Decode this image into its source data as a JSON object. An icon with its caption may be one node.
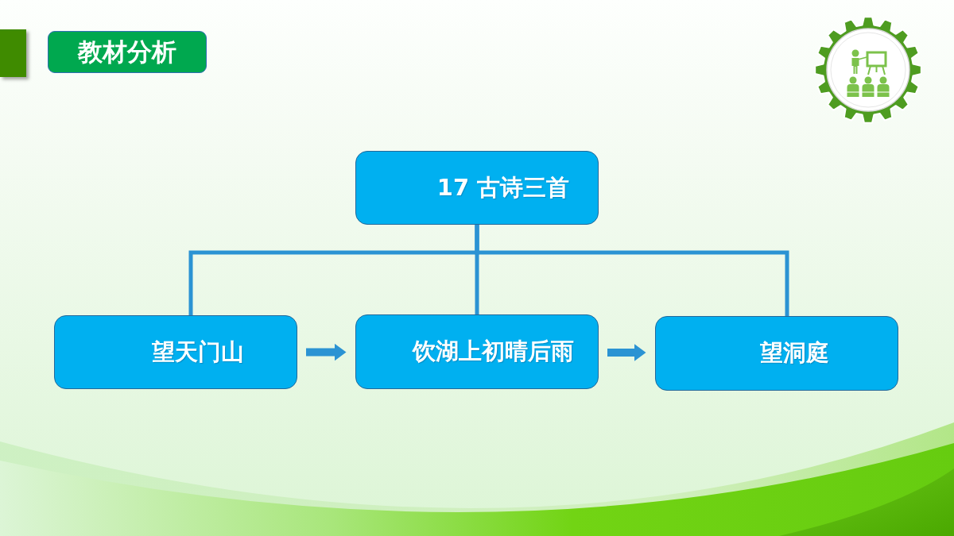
{
  "diagram": {
    "title": "教材分析",
    "nodes": [
      {
        "text": [
          "17 古诗三首"
        ]
      },
      {
        "text": [
          "望天门山"
        ]
      },
      {
        "text": [
          "饮湖上初晴后雨"
        ]
      },
      {
        "text": [
          "望洞庭"
        ]
      }
    ],
    "edges": [
      {
        "from": 0,
        "to": 1,
        "arrow": "none"
      },
      {
        "from": 0,
        "to": 2,
        "arrow": "none"
      },
      {
        "from": 0,
        "to": 3,
        "arrow": "none"
      },
      {
        "from": 1,
        "to": 2,
        "arrow": "to",
        "style": "thick"
      },
      {
        "from": 2,
        "to": 3,
        "arrow": "to",
        "style": "thick"
      }
    ]
  }
}
